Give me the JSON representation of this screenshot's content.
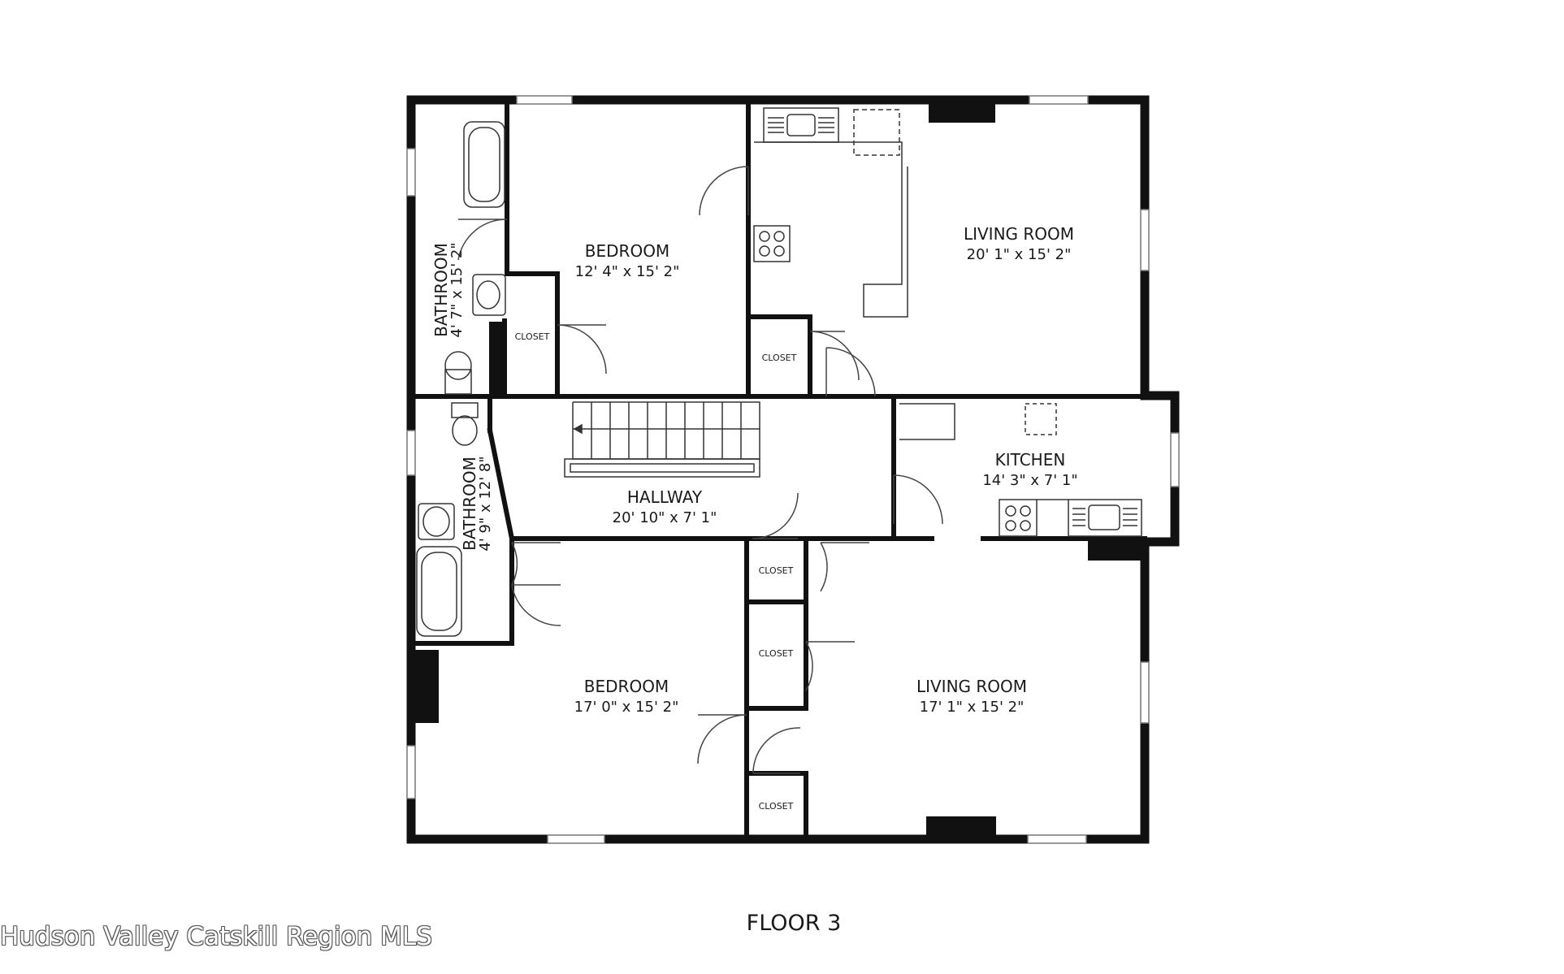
{
  "floor": {
    "label": "FLOOR 3"
  },
  "watermark": "Hudson Valley Catskill Region MLS",
  "rooms": {
    "bathroom_upper": {
      "name": "BATHROOM",
      "dims": "4' 7\" x 15' 2\""
    },
    "bedroom_upper": {
      "name": "BEDROOM",
      "dims": "12' 4\" x 15' 2\""
    },
    "living_upper": {
      "name": "LIVING ROOM",
      "dims": "20' 1\" x 15' 2\""
    },
    "bathroom_lower": {
      "name": "BATHROOM",
      "dims": "4' 9\" x 12' 8\""
    },
    "hallway": {
      "name": "HALLWAY",
      "dims": "20' 10\" x 7' 1\""
    },
    "kitchen": {
      "name": "KITCHEN",
      "dims": "14' 3\" x 7' 1\""
    },
    "bedroom_lower": {
      "name": "BEDROOM",
      "dims": "17' 0\" x 15' 2\""
    },
    "living_lower": {
      "name": "LIVING ROOM",
      "dims": "17' 1\" x 15' 2\""
    }
  },
  "closets": [
    "CLOSET",
    "CLOSET",
    "CLOSET",
    "CLOSET",
    "CLOSET"
  ],
  "colors": {
    "wall": "#111111",
    "background": "#ffffff",
    "fixture": "#333333",
    "window": "#777777"
  }
}
